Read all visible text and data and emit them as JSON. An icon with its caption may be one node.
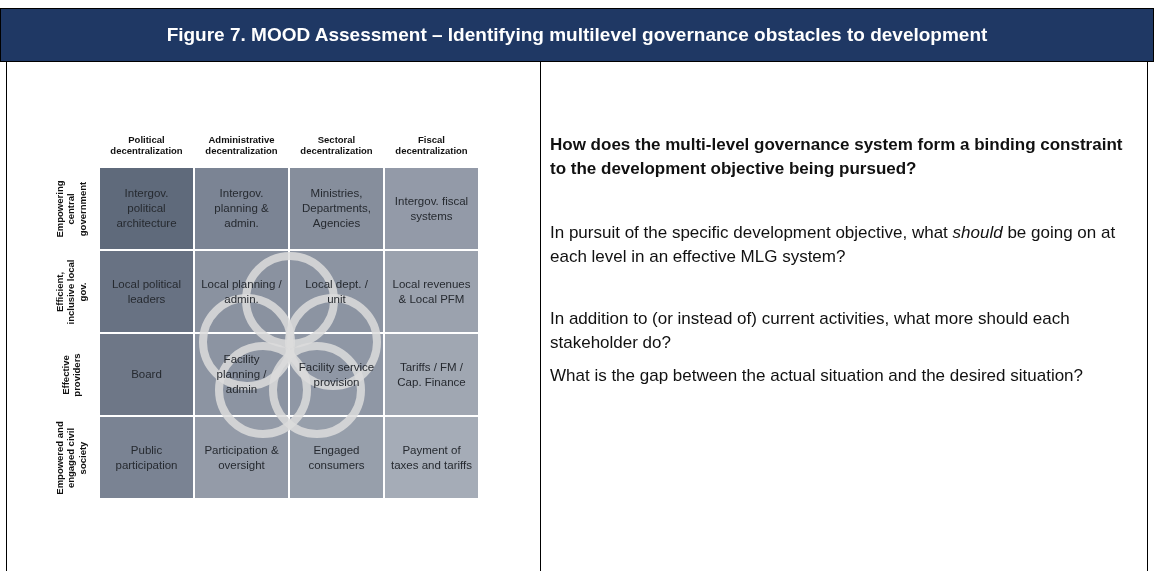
{
  "diagram": {
    "title": "Figure 7. MOOD Assessment – Identifying multilevel governance obstacles to development",
    "nodes": [
      {
        "text": [
          "Intergov. political architecture"
        ]
      },
      {
        "text": [
          "Intergov. planning & admin."
        ]
      },
      {
        "text": [
          "Ministries, Departments, Agencies"
        ]
      },
      {
        "text": [
          "Intergov. fiscal systems"
        ]
      },
      {
        "text": [
          "Local political leaders"
        ]
      },
      {
        "text": [
          "Local planning / admin."
        ]
      },
      {
        "text": [
          "Local dept. / unit"
        ]
      },
      {
        "text": [
          "Local revenues & Local PFM"
        ]
      },
      {
        "text": [
          "Board"
        ]
      },
      {
        "text": [
          "Facility planning / admin"
        ]
      },
      {
        "text": [
          "Facility service provision"
        ]
      },
      {
        "text": [
          "Tariffs / FM / Cap. Finance"
        ]
      },
      {
        "text": [
          "Public participation"
        ]
      },
      {
        "text": [
          "Participation & oversight"
        ]
      },
      {
        "text": [
          "Engaged consumers"
        ]
      },
      {
        "text": [
          "Payment of taxes and tariffs"
        ]
      }
    ],
    "edges": [],
    "labels": [
      "Political decentralization",
      "Administrative decentralization",
      "Sectoral decentralization",
      "Fiscal decentralization",
      "Empowering central government",
      "Efficient, inclusive local gov.",
      "Effective providers",
      "Empowered and engaged civil society",
      "How does the multi-level governance system form a binding constraint to the development objective being pursued?",
      "In pursuit of the specific development objective, what *should* be going on at each level in an effective MLG system?",
      "In addition to (or instead of) current activities, what more should each stakeholder do?",
      "What is the gap between the actual situation and the desired situation?"
    ]
  }
}
